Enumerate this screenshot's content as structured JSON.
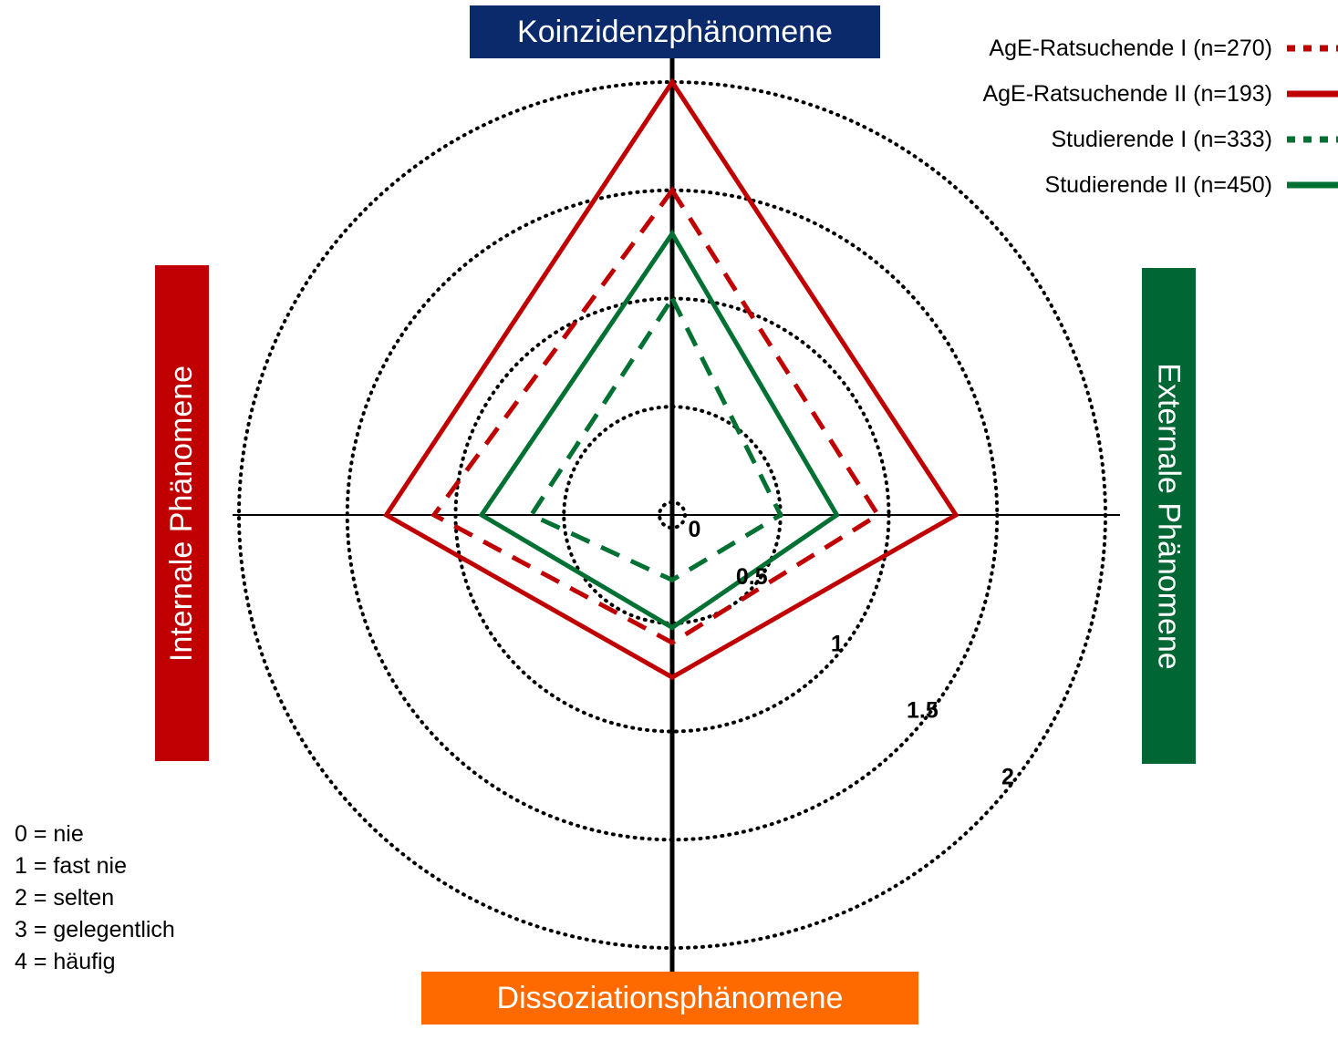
{
  "axes": {
    "top": "Koinzidenzphänomene",
    "bottom": "Dissoziationsphänomene",
    "left": "Internale Phänomene",
    "right": "Externale Phänomene"
  },
  "colors": {
    "top_box": "#0a2a6b",
    "bottom_box": "#ff6a00",
    "left_box": "#c00000",
    "right_box": "#006633",
    "red": "#c00000",
    "green": "#007033"
  },
  "legend": [
    {
      "label": "AgE-Ratsuchende I (n=270)",
      "color": "#c00000",
      "style": "dashed"
    },
    {
      "label": "AgE-Ratsuchende II (n=193)",
      "color": "#c00000",
      "style": "solid"
    },
    {
      "label": "Studierende I (n=333)",
      "color": "#007033",
      "style": "dashed"
    },
    {
      "label": "Studierende II (n=450)",
      "color": "#007033",
      "style": "solid"
    }
  ],
  "scale_note": [
    "0 = nie",
    "1 = fast nie",
    "2 = selten",
    "3 = gelegentlich",
    "4 = häufig"
  ],
  "chart_data": {
    "type": "radar",
    "axes": [
      "Koinzidenzphänomene",
      "Externale Phänomene",
      "Dissoziationsphänomene",
      "Internale Phänomene"
    ],
    "rings": [
      0,
      0.5,
      1,
      1.5,
      2
    ],
    "ring_labels": [
      "0",
      "0.5",
      "1",
      "1.5",
      "2"
    ],
    "rmax": 2,
    "grid": "dotted",
    "legend_position": "top-right",
    "series": [
      {
        "name": "AgE-Ratsuchende I (n=270)",
        "values": [
          1.5,
          0.95,
          0.59,
          1.1
        ],
        "color": "#c00000",
        "style": "dashed"
      },
      {
        "name": "AgE-Ratsuchende II (n=193)",
        "values": [
          2.0,
          1.31,
          0.75,
          1.32
        ],
        "color": "#c00000",
        "style": "solid"
      },
      {
        "name": "Studierende I (n=333)",
        "values": [
          1.0,
          0.5,
          0.3,
          0.65
        ],
        "color": "#007033",
        "style": "dashed"
      },
      {
        "name": "Studierende II (n=450)",
        "values": [
          1.3,
          0.76,
          0.52,
          0.88
        ],
        "color": "#007033",
        "style": "solid"
      }
    ]
  }
}
